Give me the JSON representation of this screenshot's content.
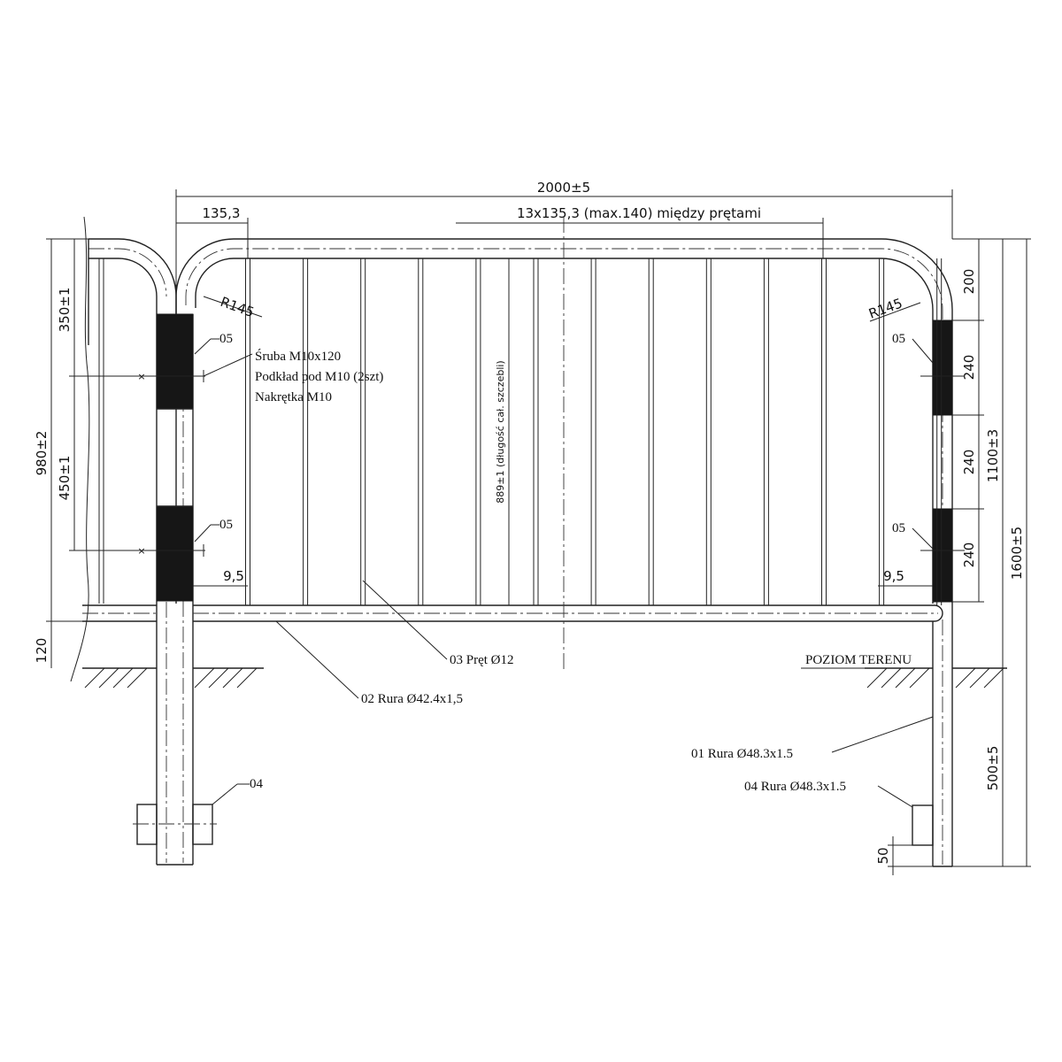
{
  "dimensions": {
    "overall_length": "2000±5",
    "first_spacing": "135,3",
    "bar_spacing": "13x135,3 (max.140) między prętami",
    "radius_left": "R145",
    "radius_right": "R145",
    "height_980": "980±2",
    "height_350": "350±1",
    "height_450": "450±1",
    "height_120": "120",
    "bar_length": "889±1 (długość cał. szczebli)",
    "gap_left": "9,5",
    "gap_right": "9,5",
    "right_200": "200",
    "right_240a": "240",
    "right_240b": "240",
    "right_240c": "240",
    "right_1100": "1100±3",
    "right_1600": "1600±5",
    "right_500": "500±5",
    "right_50": "50"
  },
  "labels": {
    "bolt": "Śruba M10x120",
    "washer": "Podkład pod M10 (2szt)",
    "nut": "Nakrętka M10",
    "item05": "05",
    "item04": "04",
    "rod": "03 Pręt Ø12",
    "tube_42": "02 Rura Ø42.4x1,5",
    "ground": "POZIOM TERENU",
    "tube_48_main": "01 Rura Ø48.3x1.5",
    "tube_48_foot": "04 Rura Ø48.3x1.5"
  }
}
